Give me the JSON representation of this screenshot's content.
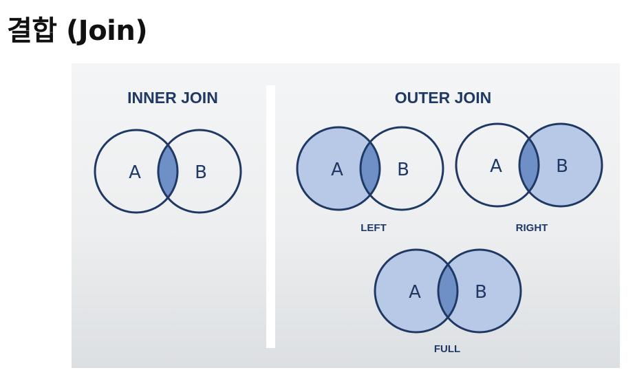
{
  "title": "결합 (Join)",
  "colors": {
    "outline": "#1f3864",
    "fill_light": "#b7c9e6",
    "fill_dark": "#6f8fc7",
    "text": "#1f3864"
  },
  "sections": {
    "inner": {
      "heading": "INNER JOIN"
    },
    "outer": {
      "heading": "OUTER JOIN"
    }
  },
  "joins": [
    {
      "key": "inner",
      "caption": "",
      "label_a": "A",
      "label_b": "B",
      "fill_a": false,
      "fill_b": false,
      "fill_overlap": true
    },
    {
      "key": "left",
      "caption": "LEFT",
      "label_a": "A",
      "label_b": "B",
      "fill_a": true,
      "fill_b": false,
      "fill_overlap": true
    },
    {
      "key": "right",
      "caption": "RIGHT",
      "label_a": "A",
      "label_b": "B",
      "fill_a": false,
      "fill_b": true,
      "fill_overlap": true
    },
    {
      "key": "full",
      "caption": "FULL",
      "label_a": "A",
      "label_b": "B",
      "fill_a": true,
      "fill_b": true,
      "fill_overlap": true
    }
  ]
}
